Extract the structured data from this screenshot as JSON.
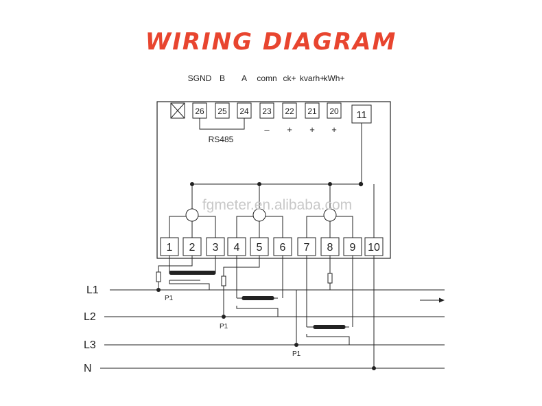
{
  "title": "WIRING DIAGRAM",
  "watermark": "fgmeter.en.alibaba.com",
  "top_terminals": [
    {
      "num": "26",
      "label": "SGND"
    },
    {
      "num": "25",
      "label": "B"
    },
    {
      "num": "24",
      "label": "A"
    },
    {
      "num": "23",
      "label": "comn"
    },
    {
      "num": "22",
      "label": "ck+"
    },
    {
      "num": "21",
      "label": "kvarh+"
    },
    {
      "num": "20",
      "label": "kWh+"
    }
  ],
  "terminal_11": "11",
  "polarity": [
    "–",
    "+",
    "+",
    "+"
  ],
  "rs485_label": "RS485",
  "bottom_terminals": [
    "1",
    "2",
    "3",
    "4",
    "5",
    "6",
    "7",
    "8",
    "9",
    "10"
  ],
  "lines": [
    "L1",
    "L2",
    "L3",
    "N"
  ],
  "fuse_label": "P1",
  "colors": {
    "title": "#e8452f",
    "lines": "#222222",
    "watermark": "#c8c8c8"
  }
}
